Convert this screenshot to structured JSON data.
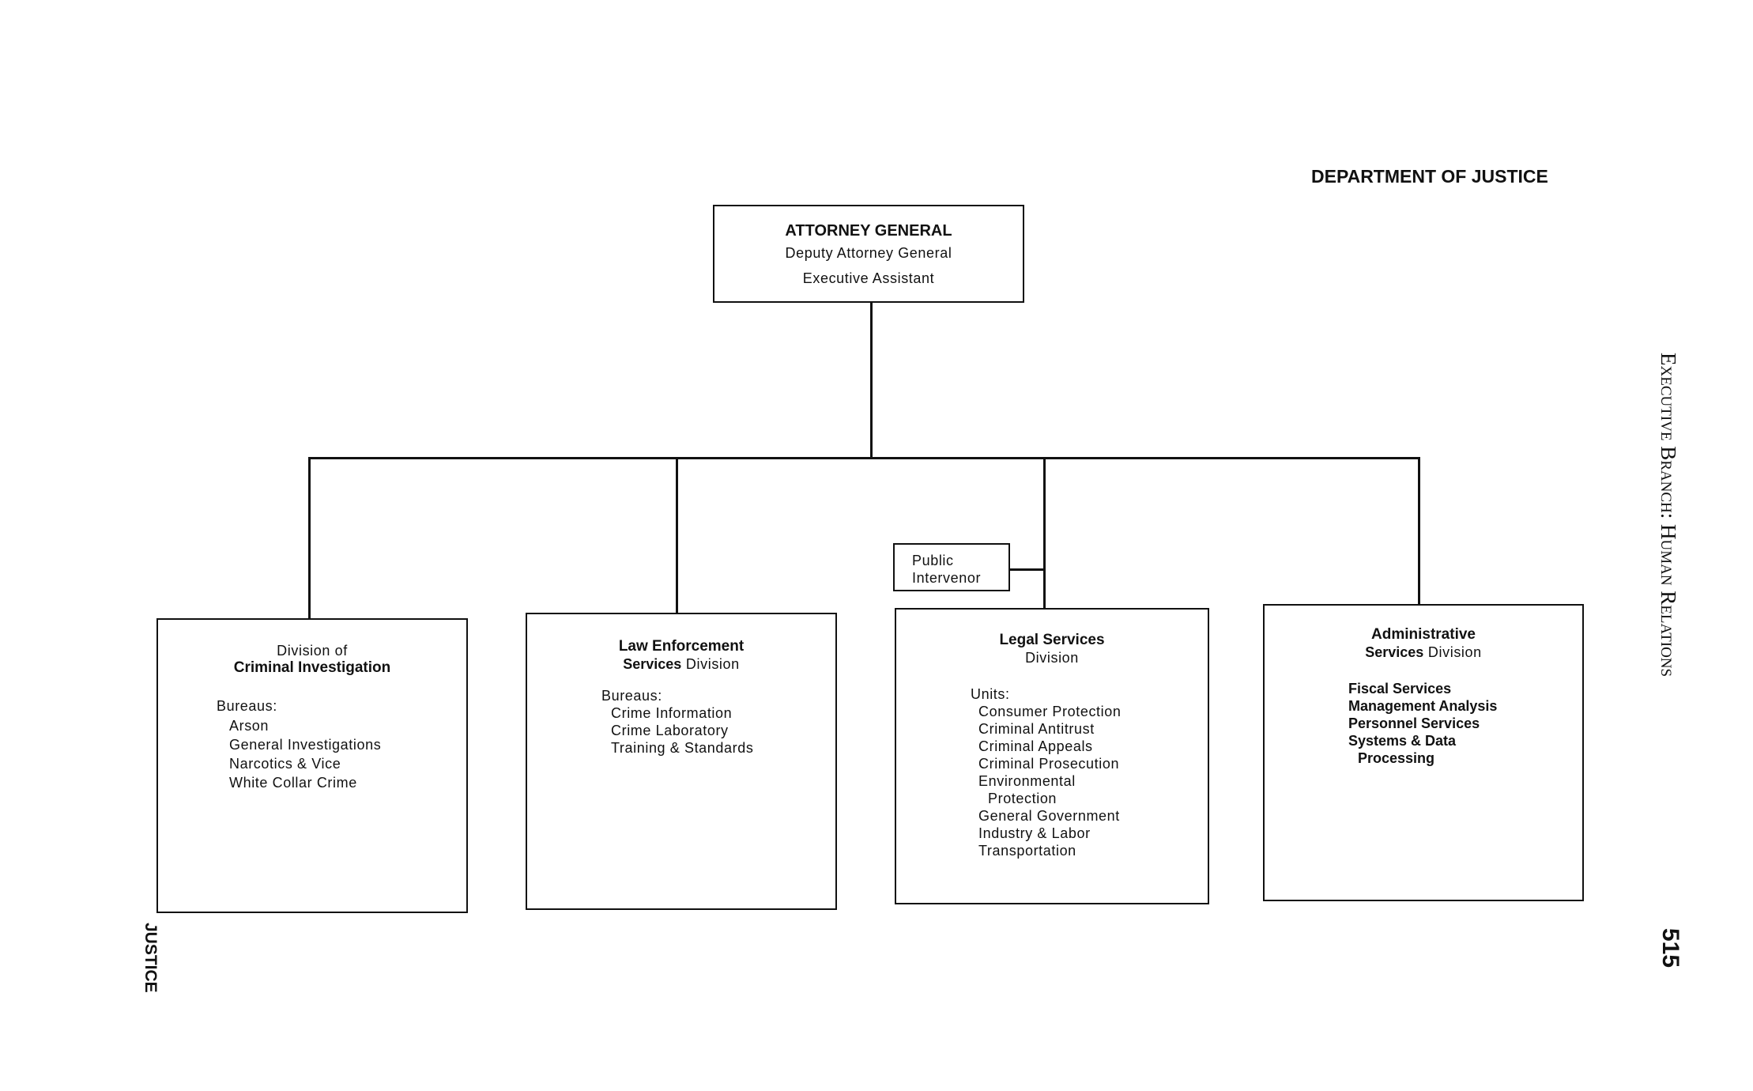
{
  "header": {
    "title": "DEPARTMENT OF JUSTICE"
  },
  "side": {
    "running_head": "Executive Branch: Human Relations",
    "page_number": "515",
    "section": "JUSTICE"
  },
  "head_box": {
    "title": "ATTORNEY GENERAL",
    "line1": "Deputy Attorney General",
    "line2": "Executive Assistant"
  },
  "public_intervenor": {
    "line1": "Public",
    "line2": "Intervenor"
  },
  "divisions": [
    {
      "name_line1": "Division of",
      "name_line2": "Criminal Investigation",
      "list_label": "Bureaus:",
      "items": [
        "Arson",
        "General Investigations",
        "Narcotics & Vice",
        "White Collar Crime"
      ]
    },
    {
      "name_line1": "Law Enforcement",
      "name_line2_bold": "Services",
      "name_line2_rest": "Division",
      "list_label": "Bureaus:",
      "items": [
        "Crime Information",
        "Crime Laboratory",
        "Training & Standards"
      ]
    },
    {
      "name_line1": "Legal Services",
      "name_line2": "Division",
      "list_label": "Units:",
      "items": [
        "Consumer Protection",
        "Criminal Antitrust",
        "Criminal Appeals",
        "Criminal Prosecution",
        "Environmental",
        "Protection",
        "General Government",
        "Industry & Labor",
        "Transportation"
      ]
    },
    {
      "name_line1": "Administrative",
      "name_line2_bold": "Services",
      "name_line2_rest": "Division",
      "items": [
        "Fiscal Services",
        "Management Analysis",
        "Personnel Services",
        "Systems & Data",
        "Processing"
      ]
    }
  ]
}
